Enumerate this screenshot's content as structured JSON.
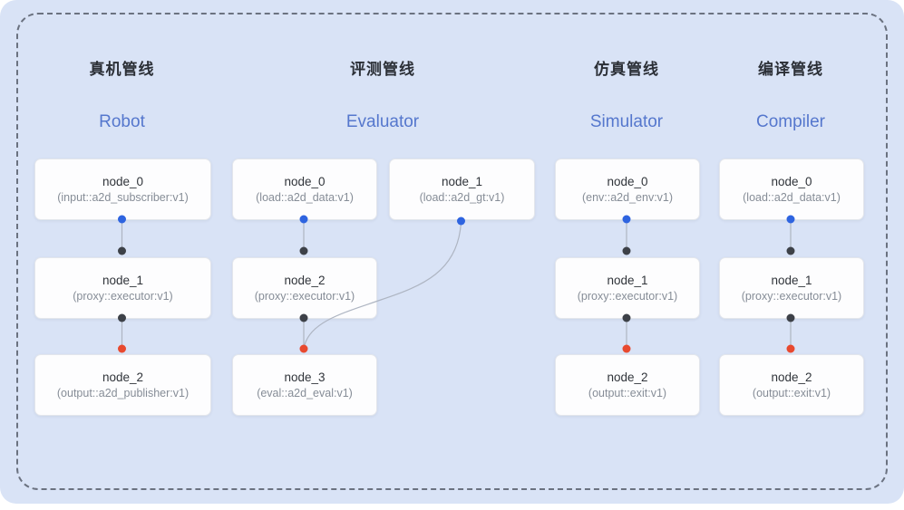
{
  "colors": {
    "panel_background": "#d9e3f6",
    "dashed_border": "#6b7280",
    "title_cn": "#2b2f36",
    "title_en": "#5577cd",
    "node_background": "#fdfdfe",
    "node_border": "#e3e6ec",
    "node_title": "#30343a",
    "node_subtitle": "#868d97",
    "edge": "#aeb5c2",
    "dot_blue": "#2e64e0",
    "dot_black": "#3d4148",
    "dot_red": "#e8492f"
  },
  "pipelines": [
    {
      "title_cn": "真机管线",
      "title_en": "Robot",
      "nodes": [
        {
          "title": "node_0",
          "subtitle": "(input::a2d_subscriber:v1)"
        },
        {
          "title": "node_1",
          "subtitle": "(proxy::executor:v1)"
        },
        {
          "title": "node_2",
          "subtitle": "(output::a2d_publisher:v1)"
        }
      ]
    },
    {
      "title_cn": "评测管线",
      "title_en": "Evaluator",
      "nodes": [
        {
          "title": "node_0",
          "subtitle": "(load::a2d_data:v1)"
        },
        {
          "title": "node_1",
          "subtitle": "(load::a2d_gt:v1)"
        },
        {
          "title": "node_2",
          "subtitle": "(proxy::executor:v1)"
        },
        {
          "title": "node_3",
          "subtitle": "(eval::a2d_eval:v1)"
        }
      ]
    },
    {
      "title_cn": "仿真管线",
      "title_en": "Simulator",
      "nodes": [
        {
          "title": "node_0",
          "subtitle": "(env::a2d_env:v1)"
        },
        {
          "title": "node_1",
          "subtitle": "(proxy::executor:v1)"
        },
        {
          "title": "node_2",
          "subtitle": "(output::exit:v1)"
        }
      ]
    },
    {
      "title_cn": "编译管线",
      "title_en": "Compiler",
      "nodes": [
        {
          "title": "node_0",
          "subtitle": "(load::a2d_data:v1)"
        },
        {
          "title": "node_1",
          "subtitle": "(proxy::executor:v1)"
        },
        {
          "title": "node_2",
          "subtitle": "(output::exit:v1)"
        }
      ]
    }
  ]
}
